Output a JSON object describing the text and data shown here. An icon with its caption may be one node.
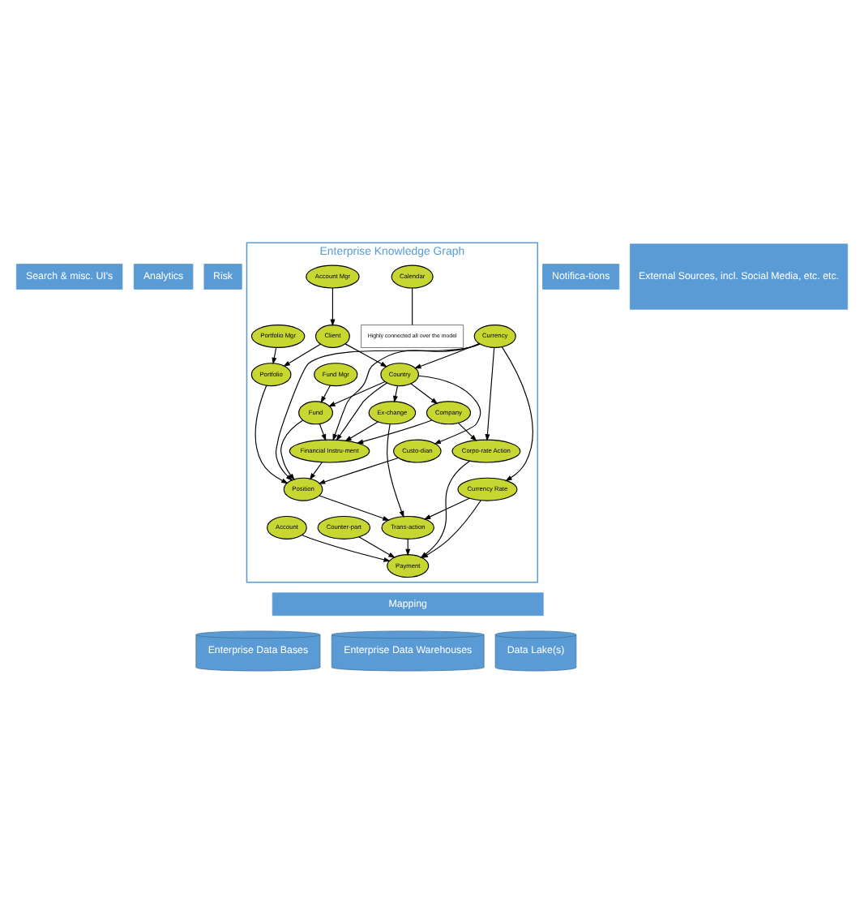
{
  "diagram": {
    "nodes": [
      {
        "text": [
          "Search & misc. UI's"
        ]
      },
      {
        "text": [
          "Analytics"
        ]
      },
      {
        "text": [
          "Risk"
        ]
      },
      {
        "text": [
          "Notifica-tions"
        ]
      },
      {
        "text": [
          "External Sources, incl. Social Media, etc. etc."
        ]
      },
      {
        "text": [
          "Enterprise Knowledge Graph"
        ]
      },
      {
        "text": [
          "Account Mgr"
        ],
        "in": 5
      },
      {
        "text": [
          "Client"
        ],
        "in": 5
      },
      {
        "text": [
          "Calendar"
        ],
        "in": 5
      },
      {
        "text": [
          "Highly connected all over the model"
        ],
        "in": 5
      },
      {
        "text": [
          "Portfolio Mgr"
        ],
        "in": 5
      },
      {
        "text": [
          "Portfolio"
        ],
        "in": 5
      },
      {
        "text": [
          "Country"
        ],
        "in": 5
      },
      {
        "text": [
          "Fund Mgr"
        ],
        "in": 5
      },
      {
        "text": [
          "Company"
        ],
        "in": 5
      },
      {
        "text": [
          "Fund"
        ],
        "in": 5
      },
      {
        "text": [
          "Custo-dian"
        ],
        "in": 5
      },
      {
        "text": [
          "Ex-change"
        ],
        "in": 5
      },
      {
        "text": [
          "Currency"
        ],
        "in": 5
      },
      {
        "text": [
          "Financial Instru-ment"
        ],
        "in": 5
      },
      {
        "text": [
          "Position"
        ],
        "in": 5
      },
      {
        "text": [
          "Currency Rate"
        ],
        "in": 5
      },
      {
        "text": [
          "Counter-part"
        ],
        "in": 5
      },
      {
        "text": [
          "Corpo-rate Action"
        ],
        "in": 5
      },
      {
        "text": [
          "Trans-action"
        ],
        "in": 5
      },
      {
        "text": [
          "Account"
        ],
        "in": 5
      },
      {
        "text": [
          "Payment"
        ],
        "in": 5
      },
      {
        "text": [
          "Mapping"
        ]
      },
      {
        "text": [
          "Enterprise Data Bases"
        ]
      },
      {
        "text": [
          "Enterprise Data Warehouses"
        ]
      },
      {
        "text": [
          "Data Lake(s)"
        ]
      }
    ],
    "edges": [
      {
        "from": 6,
        "to": 7,
        "arrow": "to"
      },
      {
        "from": 7,
        "to": 11,
        "arrow": "to"
      },
      {
        "from": 7,
        "to": 12,
        "arrow": "to"
      },
      {
        "from": 8,
        "to": 9,
        "arrow": "none"
      },
      {
        "from": 10,
        "to": 11,
        "arrow": "to"
      },
      {
        "from": 13,
        "to": 15,
        "arrow": "to"
      },
      {
        "from": 12,
        "to": 14,
        "arrow": "to"
      },
      {
        "from": 12,
        "to": 15,
        "arrow": "to"
      },
      {
        "from": 12,
        "to": 16,
        "arrow": "to"
      },
      {
        "from": 12,
        "to": 17,
        "arrow": "to"
      },
      {
        "from": 12,
        "to": 19,
        "arrow": "to"
      },
      {
        "from": 18,
        "to": 12,
        "arrow": "to"
      },
      {
        "from": 11,
        "to": 20,
        "arrow": "to"
      },
      {
        "from": 14,
        "to": 19,
        "arrow": "to"
      },
      {
        "from": 14,
        "to": 23,
        "arrow": "to"
      },
      {
        "from": 15,
        "to": 19,
        "arrow": "to"
      },
      {
        "from": 15,
        "to": 20,
        "arrow": "to"
      },
      {
        "from": 16,
        "to": 20,
        "arrow": "to"
      },
      {
        "from": 17,
        "to": 19,
        "arrow": "to"
      },
      {
        "from": 17,
        "to": 24,
        "arrow": "to"
      },
      {
        "from": 18,
        "to": 19,
        "arrow": "to"
      },
      {
        "from": 18,
        "to": 23,
        "arrow": "to"
      },
      {
        "from": 18,
        "to": 20,
        "arrow": "to"
      },
      {
        "from": 18,
        "to": 21,
        "arrow": "to"
      },
      {
        "from": 19,
        "to": 20,
        "arrow": "to"
      },
      {
        "from": 20,
        "to": 24,
        "arrow": "to"
      },
      {
        "from": 21,
        "to": 24,
        "arrow": "to"
      },
      {
        "from": 21,
        "to": 26,
        "arrow": "to"
      },
      {
        "from": 24,
        "to": 26,
        "arrow": "to"
      },
      {
        "from": 22,
        "to": 26,
        "arrow": "to"
      },
      {
        "from": 25,
        "to": 26,
        "arrow": "to"
      },
      {
        "from": 23,
        "to": 26,
        "arrow": "to"
      }
    ]
  }
}
